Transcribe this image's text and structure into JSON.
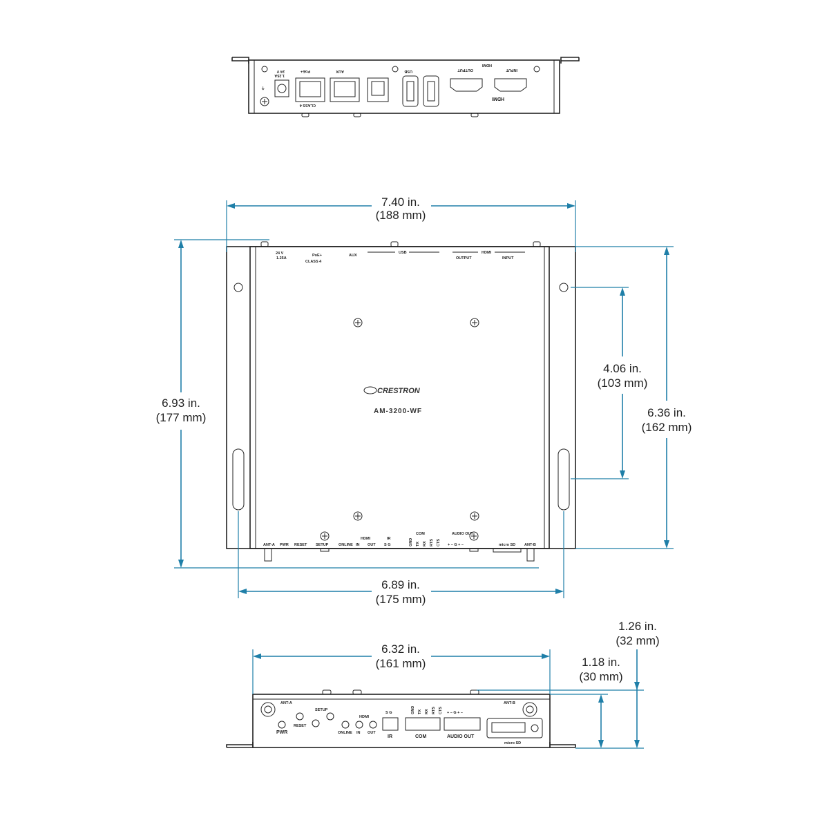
{
  "rear_view": {
    "power_label": "24 V",
    "current_label": "1.25A",
    "poe_label": "PoE+",
    "class_label": "CLASS 4",
    "aux_label": "AUX",
    "usb_label": "USB",
    "hdmi_label": "HDMI",
    "output_label": "OUTPUT",
    "input_label": "INPUT",
    "hdmi_logo": "HDMI"
  },
  "top_view": {
    "power_label": "24 V",
    "current_label": "1.25A",
    "poe_label": "PoE+",
    "class_label": "CLASS 4",
    "aux_label": "AUX",
    "usb_label": "USB",
    "hdmi_label": "HDMI",
    "output_label": "OUTPUT",
    "input_label": "INPUT",
    "brand": "CRESTRON",
    "model": "AM-3200-WF",
    "bottom_labels": {
      "ant_a": "ANT-A",
      "pwr": "PWR",
      "reset": "RESET",
      "setup": "SETUP",
      "online": "ONLINE",
      "hdmi": "HDMI",
      "hdmi_in": "IN",
      "hdmi_out": "OUT",
      "ir": "IR",
      "ir_pins": "S  G",
      "com": "COM",
      "com_pins": [
        "GND",
        "TX",
        "RX",
        "RTS",
        "CTS"
      ],
      "audio_out": "AUDIO OUT",
      "audio_pins": "+  –  G  +  –",
      "micro_sd": "micro SD",
      "ant_b": "ANT-B"
    }
  },
  "front_view": {
    "ant_a": "ANT-A",
    "pwr": "PWR",
    "reset": "RESET",
    "setup": "SETUP",
    "online": "ONLINE",
    "hdmi": "HDMI",
    "hdmi_in": "IN",
    "hdmi_out": "OUT",
    "ir_pins": "S  G",
    "ir": "IR",
    "com_pins": [
      "GND",
      "TX",
      "RX",
      "RTS",
      "CTS"
    ],
    "com": "COM",
    "audio_pins": "+  –  G  +  –",
    "audio_out": "AUDIO OUT",
    "micro_sd": "micro SD",
    "ant_b": "ANT-B"
  },
  "dimensions": {
    "overall_width": {
      "in": "7.40 in.",
      "mm": "(188 mm)"
    },
    "overall_depth": {
      "in": "6.93 in.",
      "mm": "(177 mm)"
    },
    "slot_spacing": {
      "in": "4.06 in.",
      "mm": "(103 mm)"
    },
    "body_depth": {
      "in": "6.36 in.",
      "mm": "(162 mm)"
    },
    "flange_width": {
      "in": "6.89 in.",
      "mm": "(175 mm)"
    },
    "body_width": {
      "in": "6.32 in.",
      "mm": "(161 mm)"
    },
    "overall_height": {
      "in": "1.26 in.",
      "mm": "(32 mm)"
    },
    "body_height": {
      "in": "1.18 in.",
      "mm": "(30 mm)"
    }
  },
  "colors": {
    "dimension_line": "#1f7fa8",
    "outline": "#222222"
  }
}
